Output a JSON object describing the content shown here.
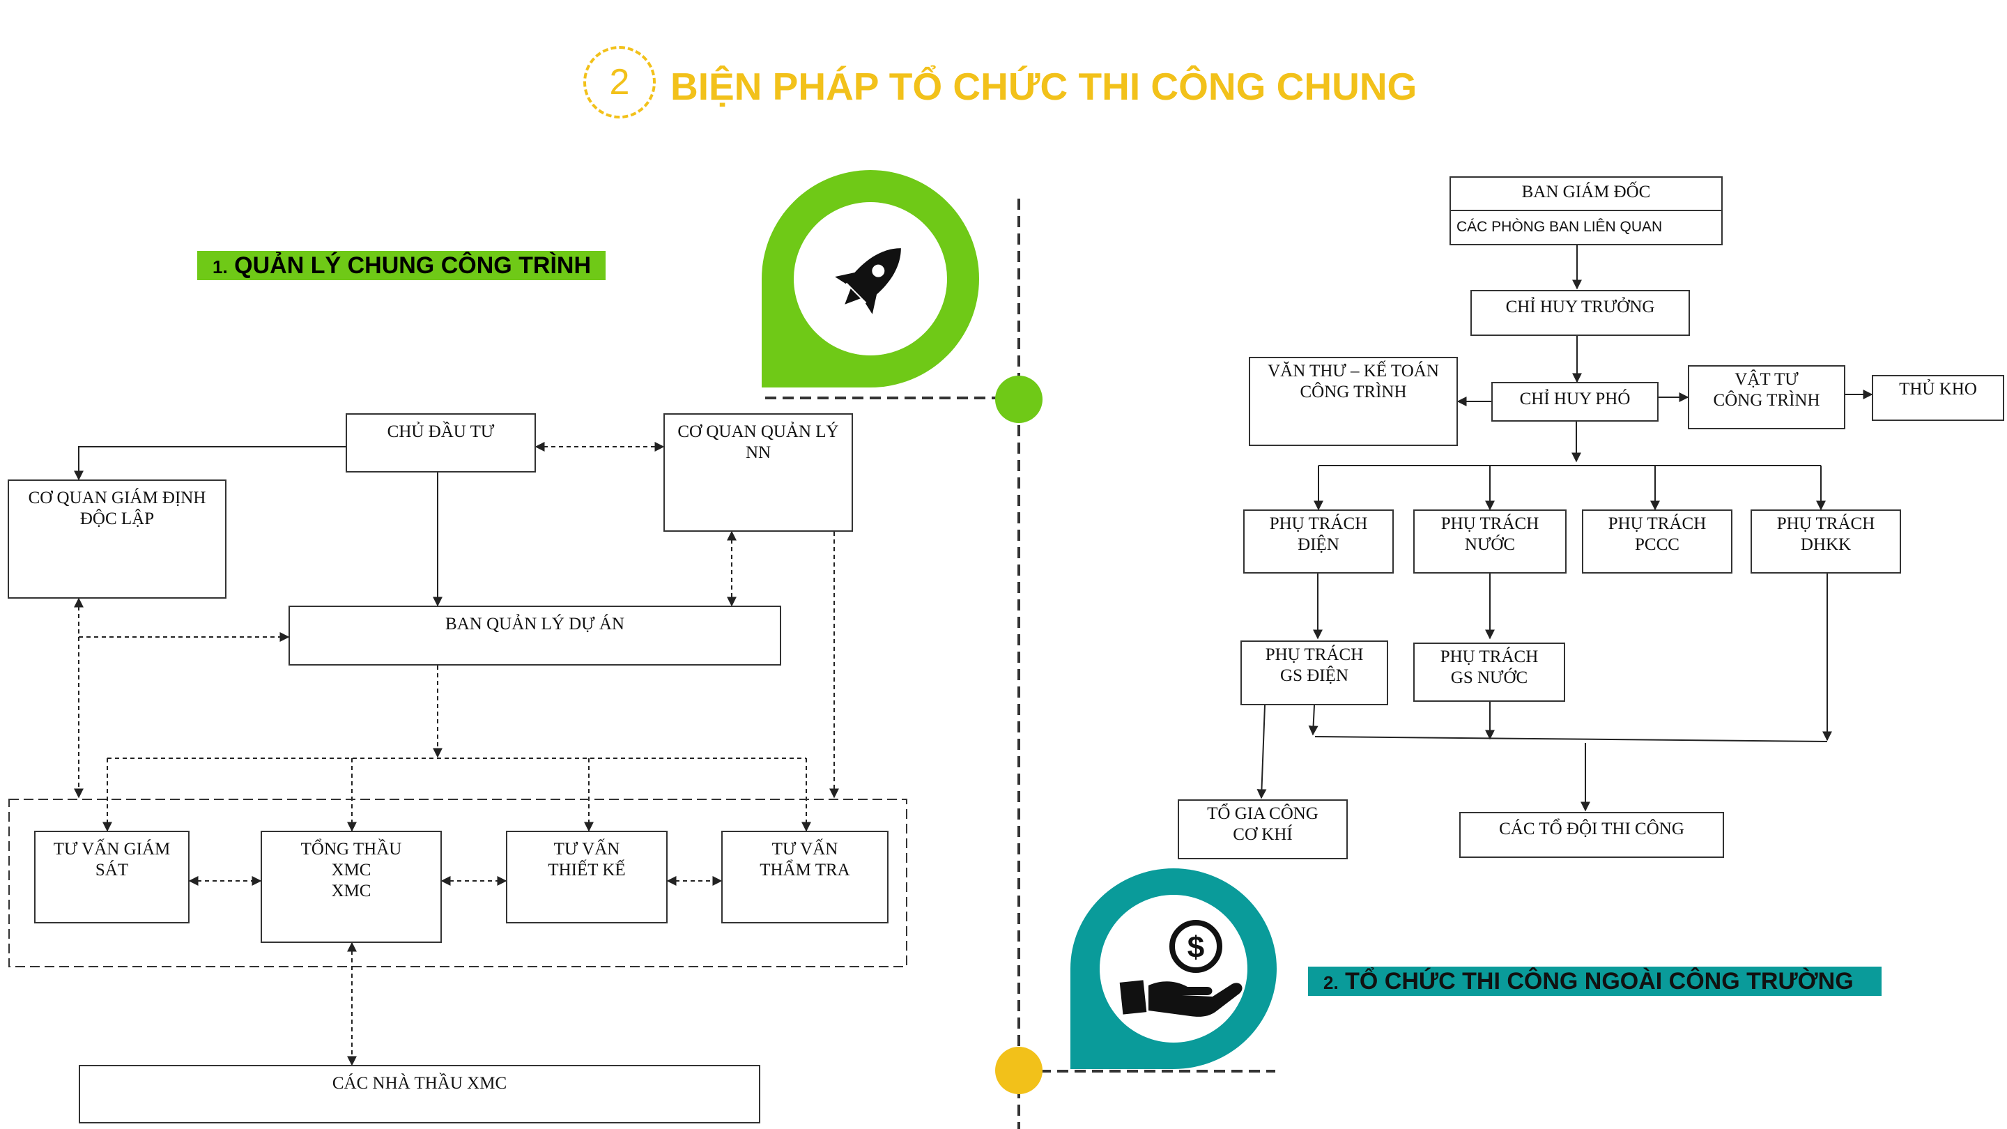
{
  "header": {
    "badge_number": "2",
    "title": "BIỆN PHÁP TỔ CHỨC THI CÔNG CHUNG"
  },
  "sections": {
    "left": {
      "number": "1.",
      "title": "QUẢN LÝ CHUNG CÔNG TRÌNH"
    },
    "right": {
      "number": "2.",
      "title": "TỔ CHỨC THI CÔNG NGOÀI CÔNG TRƯỜNG"
    }
  },
  "left_chart": {
    "chu_dau_tu": "CHỦ ĐẦU TƯ",
    "co_quan_qlnn": "CƠ QUAN QUẢN LÝ\nNN",
    "co_quan_giam_dinh": "CƠ QUAN GIÁM ĐỊNH\nĐỘC LẬP",
    "ban_qlda": "BAN QUẢN LÝ DỰ ÁN",
    "tu_van_giam_sat": "TƯ VẤN GIÁM\nSÁT",
    "tong_thau": "TỔNG THẦU\nXMC\nXMC",
    "tu_van_thiet_ke": "TƯ VẤN\nTHIẾT KẾ",
    "tu_van_tham_tra": "TƯ VẤN\nTHẨM TRA",
    "cac_nha_thau": "CÁC NHÀ THẦU XMC"
  },
  "right_chart": {
    "ban_giam_doc": "BAN GIÁM ĐỐC",
    "cac_phong_ban": "CÁC PHÒNG BAN LIÊN QUAN",
    "chi_huy_truong": "CHỈ HUY TRƯỞNG",
    "van_thu": "VĂN THƯ – KẾ TOÁN\nCÔNG TRÌNH",
    "chi_huy_pho": "CHỈ HUY PHÓ",
    "vat_tu": "VẬT TƯ\nCÔNG TRÌNH",
    "thu_kho": "THỦ KHO",
    "pt_dien": "PHỤ TRÁCH\nĐIỆN",
    "pt_nuoc": "PHỤ TRÁCH\nNƯỚC",
    "pt_pccc": "PHỤ TRÁCH\nPCCC",
    "pt_dhkk": "PHỤ TRÁCH\nDHKK",
    "pt_gs_dien": "PHỤ TRÁCH\nGS ĐIỆN",
    "pt_gs_nuoc": "PHỤ TRÁCH\nGS NƯỚC",
    "to_gia_cong": "TỔ GIA CÔNG\nCƠ KHÍ",
    "cac_to_doi": "CÁC TỔ ĐỘI THI CÔNG"
  },
  "colors": {
    "accent_yellow": "#f2c11a",
    "green": "#6fc917",
    "teal": "#0a9b9a"
  },
  "icons": {
    "top_marker": "rocket-icon",
    "bottom_marker": "hand-dollar-icon"
  }
}
